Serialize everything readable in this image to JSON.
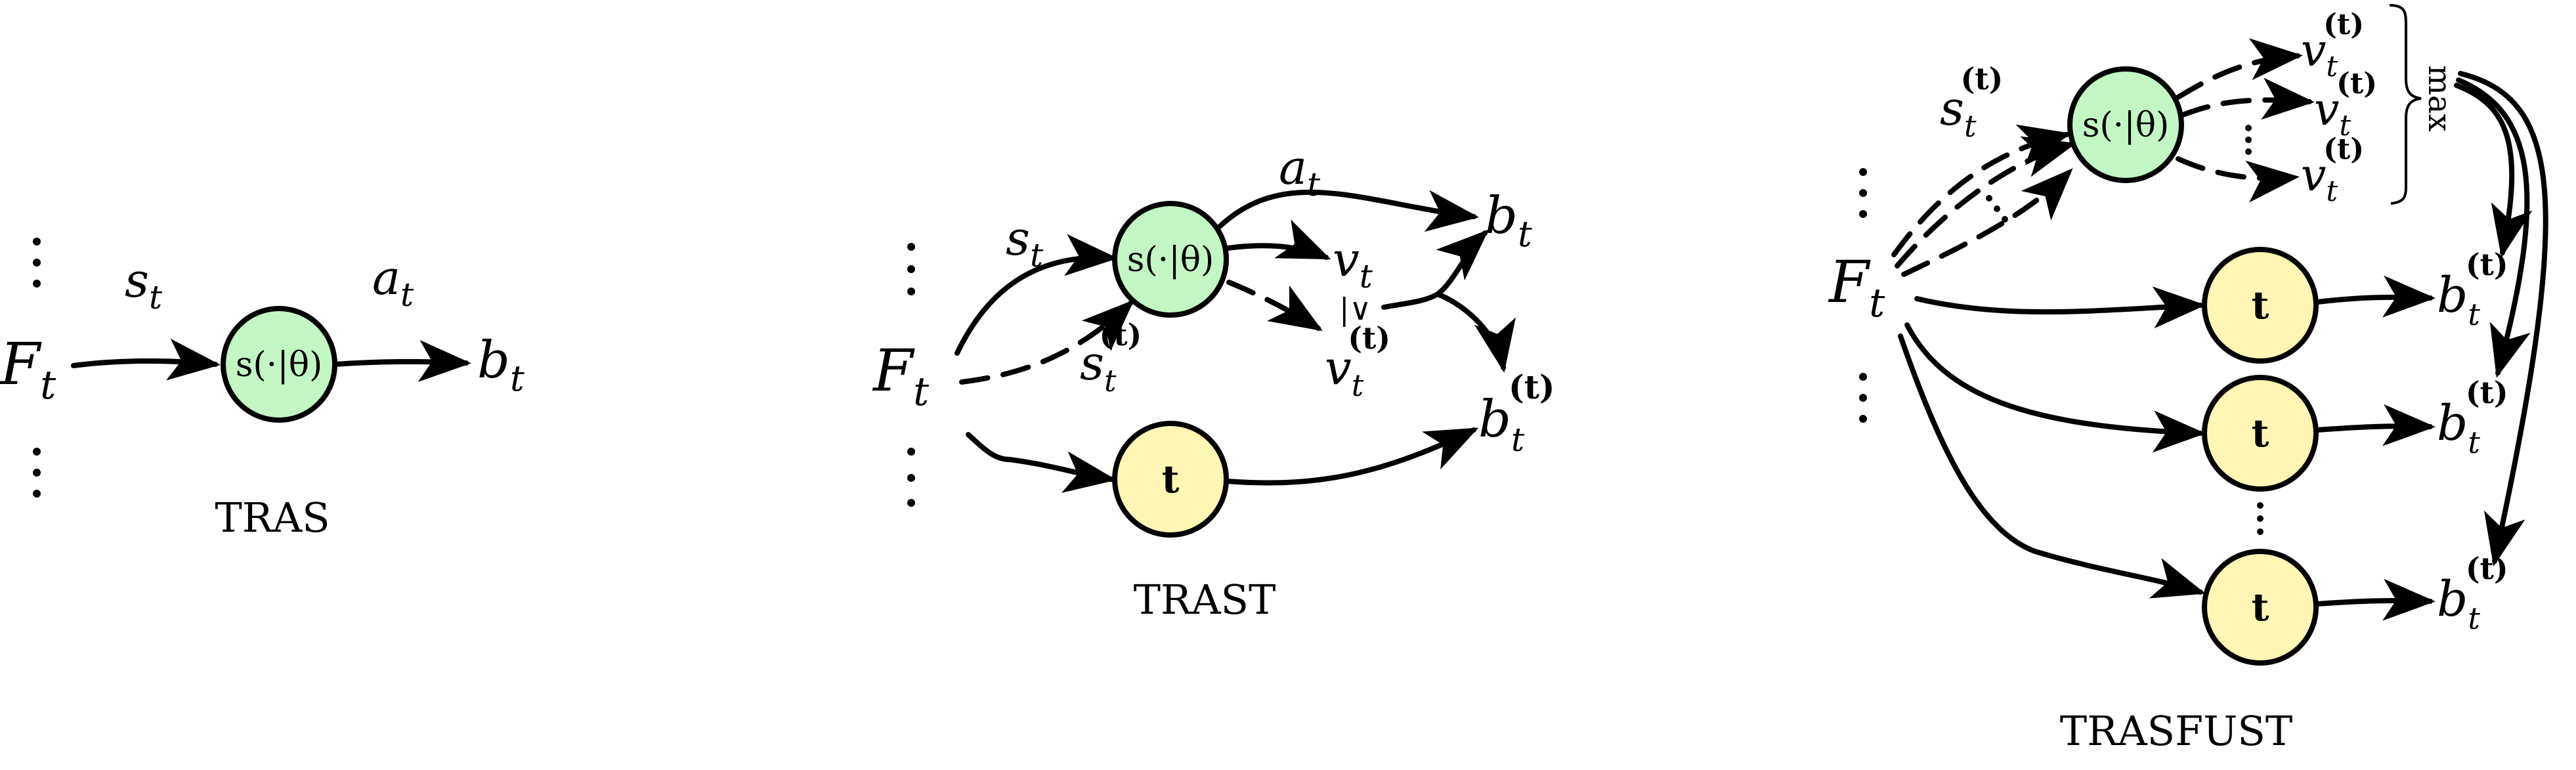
{
  "colors": {
    "policy_node": "#c2f6c2",
    "target_node": "#fdf6b4",
    "stroke": "#000000",
    "background": "#ffffff"
  },
  "symbols": {
    "F": "F",
    "s": "s",
    "a": "a",
    "b": "b",
    "v": "v",
    "t_sub": "t",
    "t_sup": "(t)",
    "t_bold": "t",
    "policy": "s(·|θ)",
    "geq": "|∨",
    "max": "max"
  },
  "panels": [
    {
      "caption": "TRAS"
    },
    {
      "caption": "TRAST"
    },
    {
      "caption": "TRASFUST"
    }
  ]
}
